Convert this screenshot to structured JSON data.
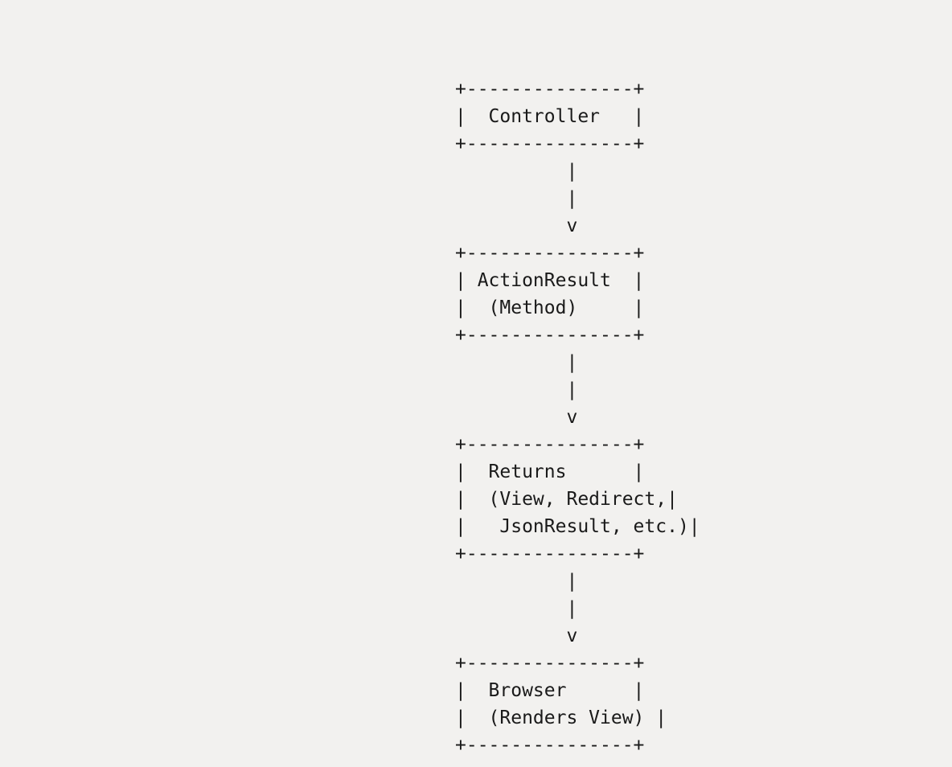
{
  "diagram": {
    "type": "ascii-flow-diagram",
    "title": "MVC Controller Request Flow",
    "background_color": "#f2f1ef",
    "text_color": "#1a1a1a",
    "box_width_chars": 17,
    "nodes": [
      {
        "id": "controller",
        "label": "Controller",
        "lines": [
          "  Controller   "
        ]
      },
      {
        "id": "action-result",
        "label": "ActionResult",
        "lines": [
          " ActionResult  ",
          "  (Method)     "
        ]
      },
      {
        "id": "returns",
        "label": "Returns",
        "lines": [
          "  Returns      ",
          "  (View, Redirect,",
          "   JsonResult, etc.)"
        ]
      },
      {
        "id": "browser",
        "label": "Browser",
        "lines": [
          "  Browser      ",
          "  (Renders View) "
        ]
      }
    ],
    "connector_glyphs": [
      "|",
      "|",
      "v"
    ],
    "connector_indent": 10,
    "ascii": "+---------------+\n|  Controller   |\n+---------------+\n          |\n          |\n          v\n+---------------+\n| ActionResult  |\n|  (Method)     |\n+---------------+\n          |\n          |\n          v\n+---------------+\n|  Returns      |\n|  (View, Redirect,|\n|   JsonResult, etc.)|\n+---------------+\n          |\n          |\n          v\n+---------------+\n|  Browser      |\n|  (Renders View) |\n+---------------+",
    "lines": [
      "+---------------+",
      "|  Controller   |",
      "+---------------+",
      "          |",
      "          |",
      "          v",
      "+---------------+",
      "| ActionResult  |",
      "|  (Method)     |",
      "+---------------+",
      "          |",
      "          |",
      "          v",
      "+---------------+",
      "|  Returns      |",
      "|  (View, Redirect,|",
      "|   JsonResult, etc.)|",
      "+---------------+",
      "          |",
      "          |",
      "          v",
      "+---------------+",
      "|  Browser      |",
      "|  (Renders View) |",
      "+---------------+"
    ]
  }
}
